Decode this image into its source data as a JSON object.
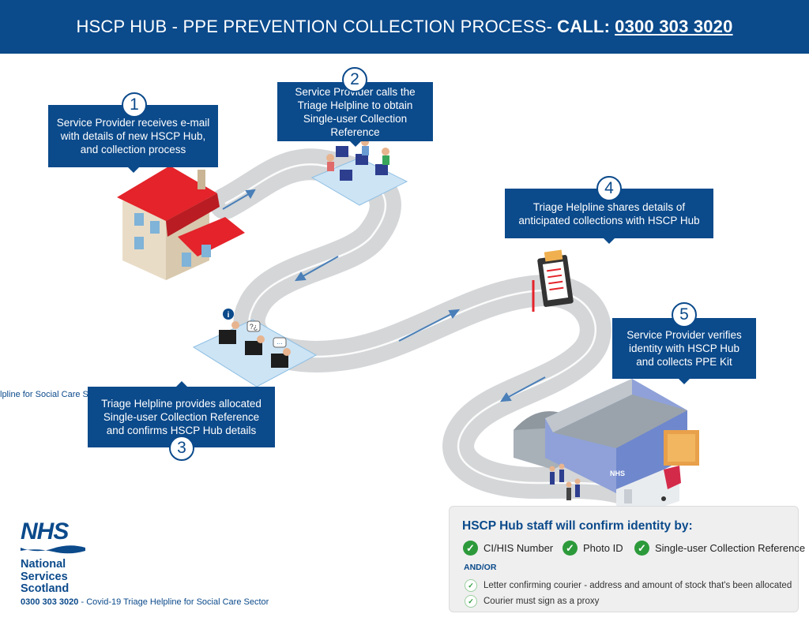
{
  "header": {
    "title": "HSCP HUB - PPE PREVENTION COLLECTION PROCESS-",
    "call_label": "CALL:",
    "phone": "0300 303 3020",
    "background_color": "#0b4a8b"
  },
  "steps": [
    {
      "number": "1",
      "text": "Service Provider receives e-mail with details of new HSCP Hub, and collection process"
    },
    {
      "number": "2",
      "text": "Service Provider calls the Triage Helpline to obtain Single-user Collection Reference"
    },
    {
      "number": "3",
      "text": "Triage Helpline provides allocated Single-user Collection Reference and confirms HSCP Hub details"
    },
    {
      "number": "4",
      "text": "Triage Helpline shares details of anticipated collections with HSCP Hub"
    },
    {
      "number": "5",
      "text": "Service Provider verifies identity with HSCP Hub and collects PPE Kit"
    }
  ],
  "side_note": "lpline for Social Care S",
  "illustration": {
    "warehouse_sign": "NHS",
    "icons": [
      "house-icon",
      "call-centre-icon",
      "helpline-desk-icon",
      "clipboard-icon",
      "warehouse-icon",
      "truck-icon"
    ]
  },
  "confirm": {
    "title": "HSCP Hub staff will confirm identity by:",
    "primary": [
      "CI/HIS Number",
      "Photo ID",
      "Single-user Collection Reference"
    ],
    "and_or": "AND/OR",
    "secondary": [
      "Letter confirming courier - address and amount of stock that's been allocated",
      "Courier must sign as a proxy"
    ],
    "check_color": "#2c9a3a"
  },
  "logo": {
    "mark": "NHS",
    "name_lines": [
      "National",
      "Services",
      "Scotland"
    ]
  },
  "footer": {
    "phone": "0300 303 3020",
    "text": " - Covid-19 Triage Helpline for Social Care Sector"
  }
}
